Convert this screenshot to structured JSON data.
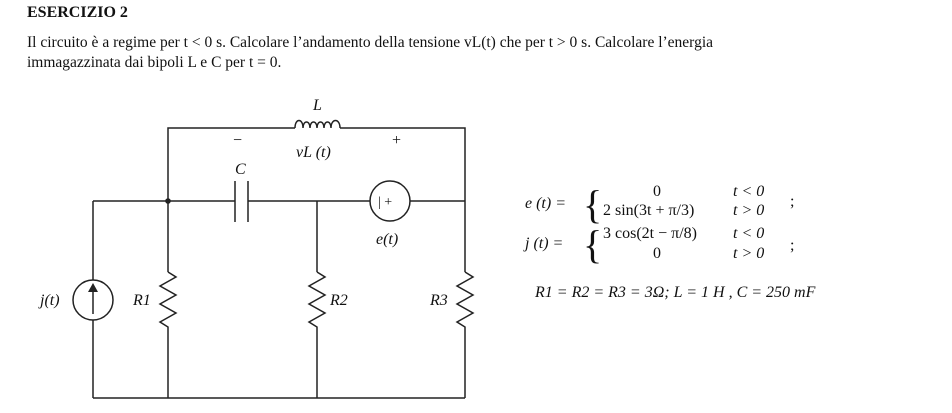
{
  "heading": "ESERCIZIO 2",
  "text": {
    "line1": "Il circuito è a regime per t < 0 s. Calcolare l’andamento della tensione vL(t) che per t > 0 s. Calcolare l’energia",
    "line2": "immagazzinata dai bipoli L e C per t = 0."
  },
  "circuit": {
    "inductor_label": "L",
    "vl_label": "vL (t)",
    "minus": "−",
    "plus": "+",
    "capacitor_label": "C",
    "source_e_label": "e(t)",
    "source_e_glyph": "| +",
    "source_j_label": "j(t)",
    "r1": "R1",
    "r2": "R2",
    "r3": "R3"
  },
  "equations": {
    "e_lhs": "e (t) =",
    "e_case1": "0",
    "e_cond1": "t < 0",
    "e_case2": "2 sin(3t + π/3)",
    "e_cond2": "t > 0",
    "j_lhs": "j (t) =",
    "j_case1": "3 cos(2t − π/8)",
    "j_cond1": "t < 0",
    "j_case2": "0",
    "j_cond2": "t > 0",
    "sep": ";",
    "params": "R1 = R2 = R3 = 3Ω; L = 1 H , C = 250 mF"
  }
}
